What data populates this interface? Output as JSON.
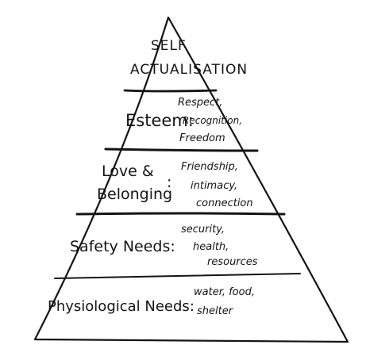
{
  "diagram": {
    "type": "pyramid",
    "stroke_color": "#141414",
    "levels": [
      {
        "name_lines": [
          "SELF",
          "ACTUALISATION"
        ],
        "details": []
      },
      {
        "name_lines": [
          "Esteem:"
        ],
        "details": [
          "Respect,",
          "Recognition,",
          "Freedom"
        ]
      },
      {
        "name_lines": [
          "Love &",
          "Belonging"
        ],
        "separator": ":",
        "details": [
          "Friendship,",
          "intimacy,",
          "connection"
        ]
      },
      {
        "name_lines": [
          "Safety Needs:"
        ],
        "details": [
          "security,",
          "health,",
          "resources"
        ]
      },
      {
        "name_lines": [
          "Physiological Needs:"
        ],
        "details": [
          "water, food,",
          "shelter"
        ]
      }
    ]
  }
}
